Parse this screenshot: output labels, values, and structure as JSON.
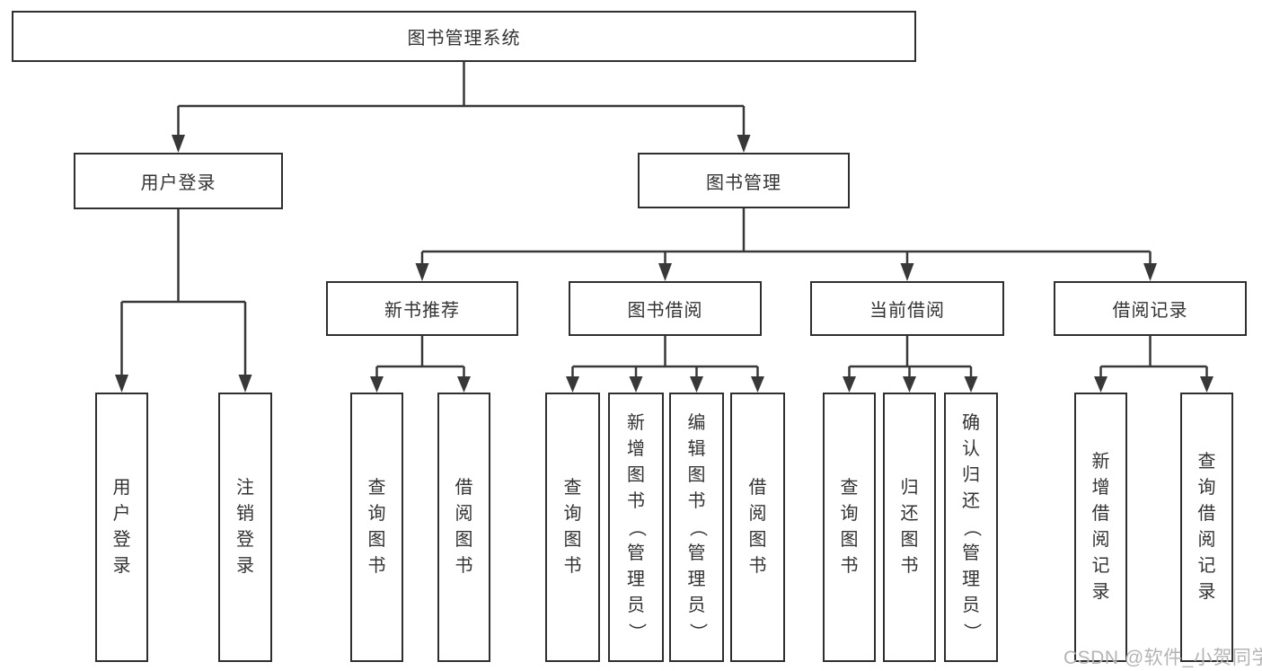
{
  "tree": {
    "label": "图书管理系统",
    "children": [
      {
        "label": "用户登录",
        "children": [
          {
            "label": "用户登录"
          },
          {
            "label": "注销登录"
          }
        ]
      },
      {
        "label": "图书管理",
        "children": [
          {
            "label": "新书推荐",
            "children": [
              {
                "label": "查询图书"
              },
              {
                "label": "借阅图书"
              }
            ]
          },
          {
            "label": "图书借阅",
            "children": [
              {
                "label": "查询图书"
              },
              {
                "label": "新增图书（管理员）"
              },
              {
                "label": "编辑图书（管理员）"
              },
              {
                "label": "借阅图书"
              }
            ]
          },
          {
            "label": "当前借阅",
            "children": [
              {
                "label": "查询图书"
              },
              {
                "label": "归还图书"
              },
              {
                "label": "确认归还（管理员）"
              }
            ]
          },
          {
            "label": "借阅记录",
            "children": [
              {
                "label": "新增借阅记录"
              },
              {
                "label": "查询借阅记录"
              }
            ]
          }
        ]
      }
    ]
  },
  "watermark": {
    "text": "CSDN @软件_小贺同学"
  },
  "colors": {
    "line": "#383838",
    "box_border": "#2f2f2f",
    "text": "#333333",
    "watermark": "#b4b4b4",
    "background": "#ffffff"
  }
}
